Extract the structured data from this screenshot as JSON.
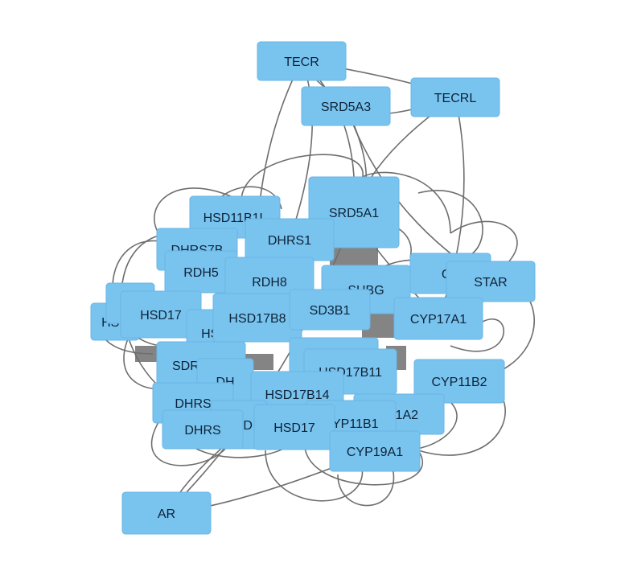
{
  "colors": {
    "node_fill": "#79c3ef",
    "node_stroke": "#6ab6e6",
    "edge": "#6e6e6e",
    "label": "#0d2336"
  },
  "nodes": [
    {
      "id": "TECR",
      "label": "TECR"
    },
    {
      "id": "SRD5A3",
      "label": "SRD5A3"
    },
    {
      "id": "TECRL",
      "label": "TECRL"
    },
    {
      "id": "SRD5A1",
      "label": "SRD5A1"
    },
    {
      "id": "HSD11B1L",
      "label": "HSD11B1L"
    },
    {
      "id": "DHRS7B",
      "label": "DHRS7B"
    },
    {
      "id": "DHRS1",
      "label": "DHRS1"
    },
    {
      "id": "RDH5",
      "label": "RDH5"
    },
    {
      "id": "RDH8",
      "label": "RDH8"
    },
    {
      "id": "SHBG",
      "label": "SHBG"
    },
    {
      "id": "CYP",
      "label": "CY"
    },
    {
      "id": "STAR",
      "label": "STAR"
    },
    {
      "id": "HSD-left",
      "label": "HSD"
    },
    {
      "id": "R-left",
      "label": "R"
    },
    {
      "id": "HSD17-left",
      "label": "HSD17"
    },
    {
      "id": "HSD-mid",
      "label": "HSD"
    },
    {
      "id": "HSD17B8",
      "label": "HSD17B8"
    },
    {
      "id": "HSD3B1",
      "label": "SD3B1"
    },
    {
      "id": "CYP17A1",
      "label": "CYP17A1"
    },
    {
      "id": "SDR16C5",
      "label": "SDR16C5"
    },
    {
      "id": "DHRS4L2",
      "label": "DHRS4L2"
    },
    {
      "id": "HSD17B11",
      "label": "HSD17B11"
    },
    {
      "id": "CYP11B2",
      "label": "CYP11B2"
    },
    {
      "id": "DH",
      "label": "DH"
    },
    {
      "id": "HSD17B14",
      "label": "HSD17B14"
    },
    {
      "id": "DHRS-a",
      "label": "DHRS"
    },
    {
      "id": "CYP21A2",
      "label": "P21A2"
    },
    {
      "id": "CYP11B1",
      "label": "CYP11B1"
    },
    {
      "id": "HSD-b",
      "label": "HSD"
    },
    {
      "id": "HSD17-b",
      "label": "HSD17"
    },
    {
      "id": "DHRS-b",
      "label": "DHRS"
    },
    {
      "id": "CYP19A1",
      "label": "CYP19A1"
    },
    {
      "id": "AR",
      "label": "AR"
    }
  ],
  "edges": [
    [
      "TECR",
      "SRD5A3"
    ],
    [
      "TECR",
      "TECRL"
    ],
    [
      "SRD5A3",
      "TECRL"
    ],
    [
      "TECR",
      "SRD5A1"
    ],
    [
      "TECRL",
      "SRD5A1"
    ],
    [
      "SRD5A3",
      "SRD5A1"
    ],
    [
      "TECR",
      "HSD17B8"
    ],
    [
      "TECRL",
      "CYP17A1"
    ],
    [
      "SRD5A3",
      "STAR"
    ],
    [
      "TECR",
      "DHRS1"
    ],
    [
      "AR",
      "HSD17B14"
    ],
    [
      "AR",
      "SRD5A1"
    ],
    [
      "SRD5A1",
      "CYP17A1"
    ],
    [
      "SHBG",
      "STAR"
    ],
    [
      "CYP19A1",
      "AR"
    ]
  ]
}
